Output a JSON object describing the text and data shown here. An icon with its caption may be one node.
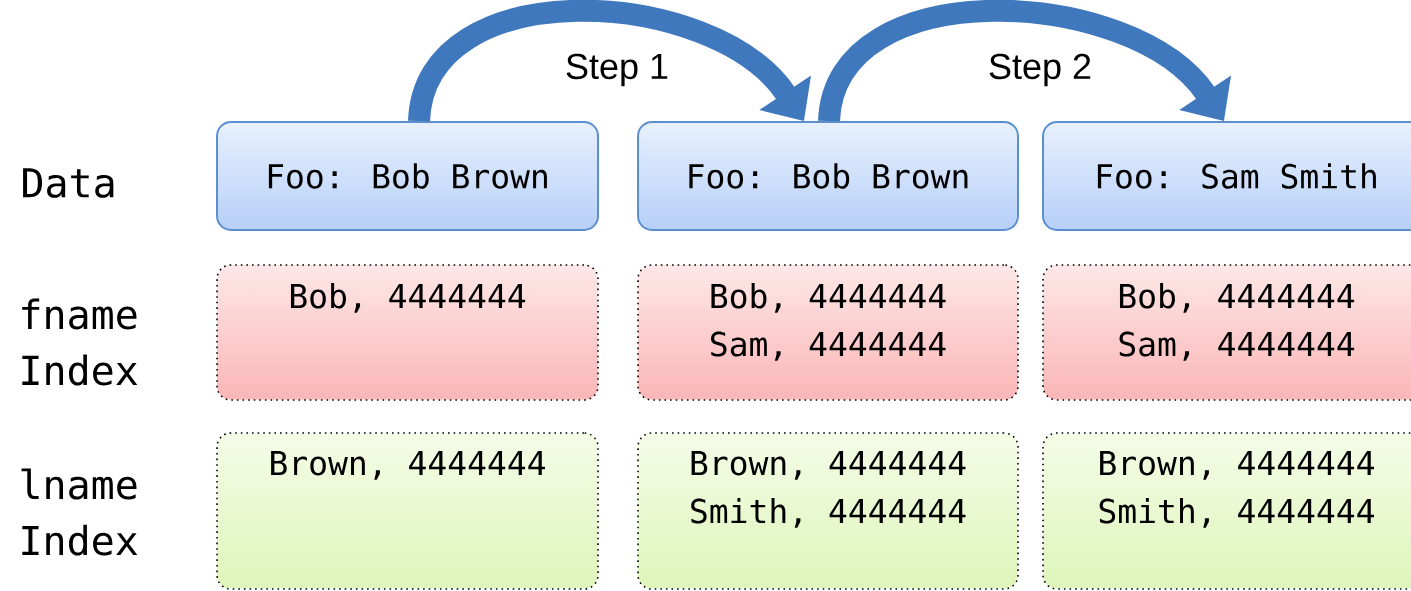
{
  "diagram": {
    "nodes": [
      {
        "text": [
          "Foo: Bob Brown"
        ]
      },
      {
        "text": [
          "Foo: Bob Brown"
        ]
      },
      {
        "text": [
          "Foo: Sam Smith"
        ]
      },
      {
        "text": [
          "Bob, 4444444"
        ]
      },
      {
        "text": [
          "Bob, 4444444",
          "Sam, 4444444"
        ]
      },
      {
        "text": [
          "Bob, 4444444",
          "Sam, 4444444"
        ]
      },
      {
        "text": [
          "Brown, 4444444"
        ]
      },
      {
        "text": [
          "Brown, 4444444",
          "Smith, 4444444"
        ]
      },
      {
        "text": [
          "Brown, 4444444",
          "Smith, 4444444"
        ]
      }
    ],
    "edges": [
      {
        "from": 0,
        "to": 1,
        "arrow": "to",
        "label": "Step 1"
      },
      {
        "from": 1,
        "to": 2,
        "arrow": "to",
        "label": "Step 2"
      }
    ],
    "labels": [
      "Data",
      "fname Index",
      "lname Index"
    ]
  }
}
